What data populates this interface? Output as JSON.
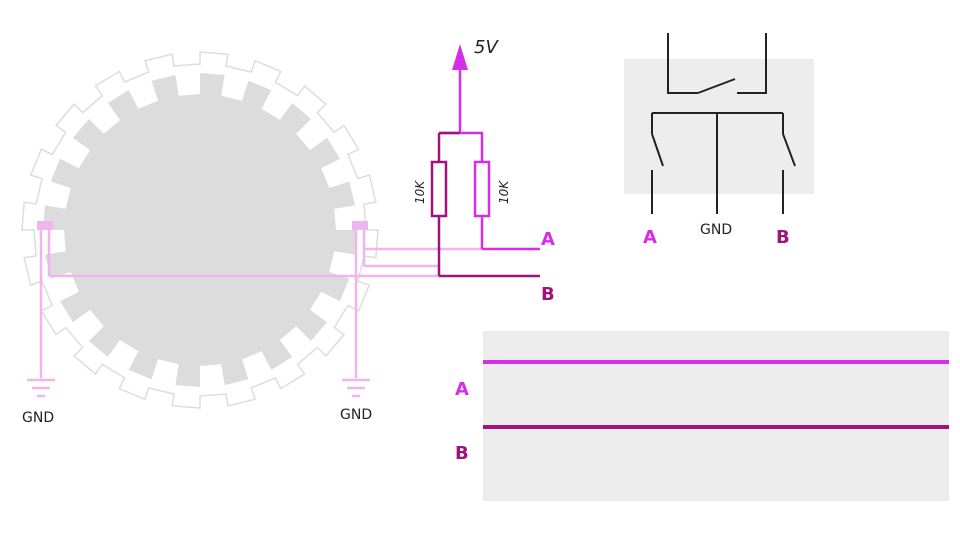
{
  "labels": {
    "supply": "5V",
    "resistor_left": "10K",
    "resistor_right": "10K",
    "circuit_out_a": "A",
    "circuit_out_b": "B",
    "encoder_gnd_left": "GND",
    "encoder_gnd_right": "GND",
    "switch_pin_a": "A",
    "switch_pin_gnd": "GND",
    "switch_pin_b": "B",
    "signal_a": "A",
    "signal_b": "B"
  },
  "colors": {
    "signal_a": "#d62ee8",
    "signal_b": "#a0137f",
    "signal_a_light": "#f0b4ee",
    "wire_dark": "#222222",
    "panel_gray": "#ededed",
    "wheel_gray": "#dcdcdc"
  },
  "encoder": {
    "tooth_count": 20
  },
  "waveforms": [
    {
      "name": "A",
      "level": "high"
    },
    {
      "name": "B",
      "level": "high"
    }
  ]
}
